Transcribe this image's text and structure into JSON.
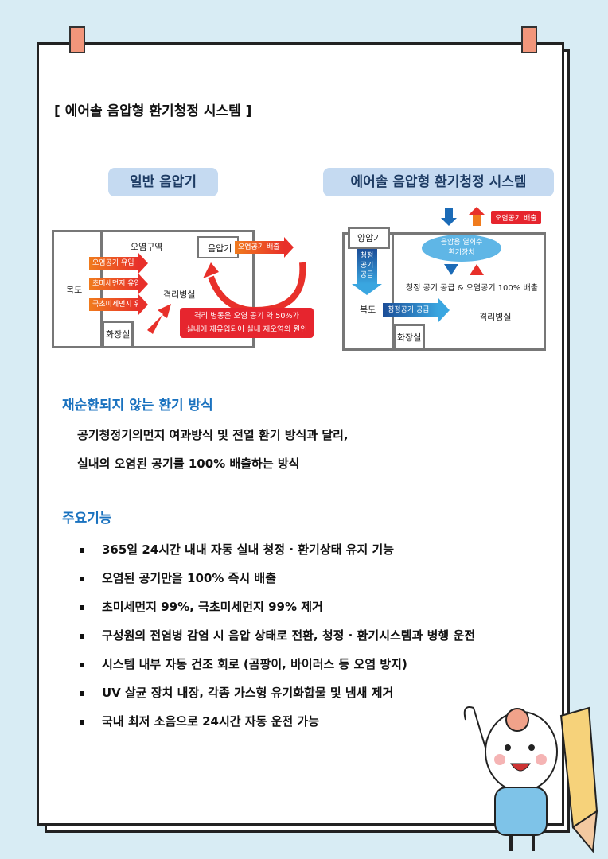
{
  "title": "[ 에어솔 음압형 환기청정 시스템 ]",
  "left_diagram": {
    "heading": "일반 음압기",
    "zone": "오염구역",
    "device": "음압기",
    "exhaust": "오염공기 배출",
    "corridor": "복도",
    "inflows": [
      "오염공기 유입",
      "초미세먼지 유입",
      "극초미세먼지 유입"
    ],
    "room": "격리병실",
    "toilet": "화장실",
    "warning": [
      "격리 병동은 오염 공기 약 50%가",
      "실내에 재유입되어 실내 재오염의 원인"
    ]
  },
  "right_diagram": {
    "heading": "에어솔 음압형 환기청정 시스템",
    "exhaust": "오염공기 배출",
    "device": "양압기",
    "supply_vertical": [
      "청정",
      "공기",
      "공급"
    ],
    "unit": [
      "음압용 열회수",
      "환기장치"
    ],
    "flow_text": "청정 공기 공급 & 오염공기 100% 배출",
    "corridor": "복도",
    "supply": "청정공기 공급",
    "room": "격리병실",
    "toilet": "화장실"
  },
  "section1": {
    "heading": "재순환되지 않는 환기 방식",
    "lines": [
      "공기청정기의먼지 여과방식 및 전열 환기 방식과 달리,",
      "실내의 오염된 공기를 100% 배출하는 방식"
    ]
  },
  "section2": {
    "heading": "주요기능",
    "items": [
      "365일 24시간 내내 자동 실내 청정 · 환기상태 유지 기능",
      "오염된 공기만을 100% 즉시 배출",
      "초미세먼지 99%, 극초미세먼지 99% 제거",
      "구성원의 전염병 감염 시 음압 상태로 전환, 청정 · 환기시스템과 병행 운전",
      "시스템 내부 자동 건조 회로 (곰팡이, 바이러스 등 오염 방지)",
      "UV 살균 장치 내장, 각종 가스형 유기화합물 및 냄새 제거",
      "국내 최저 소음으로 24시간 자동 운전 가능"
    ]
  }
}
